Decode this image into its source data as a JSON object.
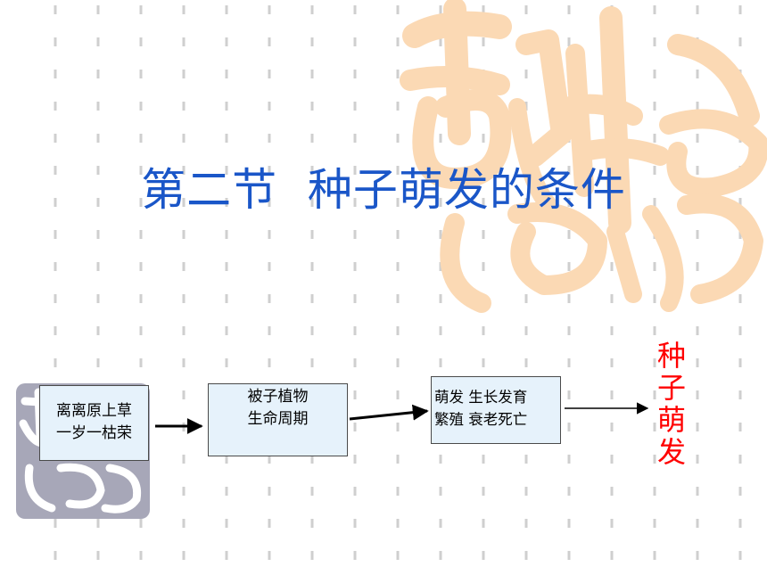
{
  "title": "第二节  种子萌发的条件",
  "flow": {
    "box1": {
      "line1": "离离原上草",
      "line2": "一岁一枯荣"
    },
    "box2": {
      "line1": "被子植物",
      "line2": "生命周期"
    },
    "box3": {
      "line1": "萌发  生长发育",
      "line2": "繁殖  衰老死亡"
    }
  },
  "result": {
    "chars": [
      "种",
      "子",
      "萌",
      "发"
    ]
  },
  "colors": {
    "title": "#1a56c8",
    "result": "#ff0000",
    "box_fill": "#e6f2fb",
    "seal_orange": "#fbd9b4",
    "seal_gray": "#a7a7b8",
    "guide": "#cfcfcf"
  },
  "decor": {
    "seal_top_right": "jixiang-seal-icon",
    "seal_left": "jixiang-seal-icon"
  }
}
